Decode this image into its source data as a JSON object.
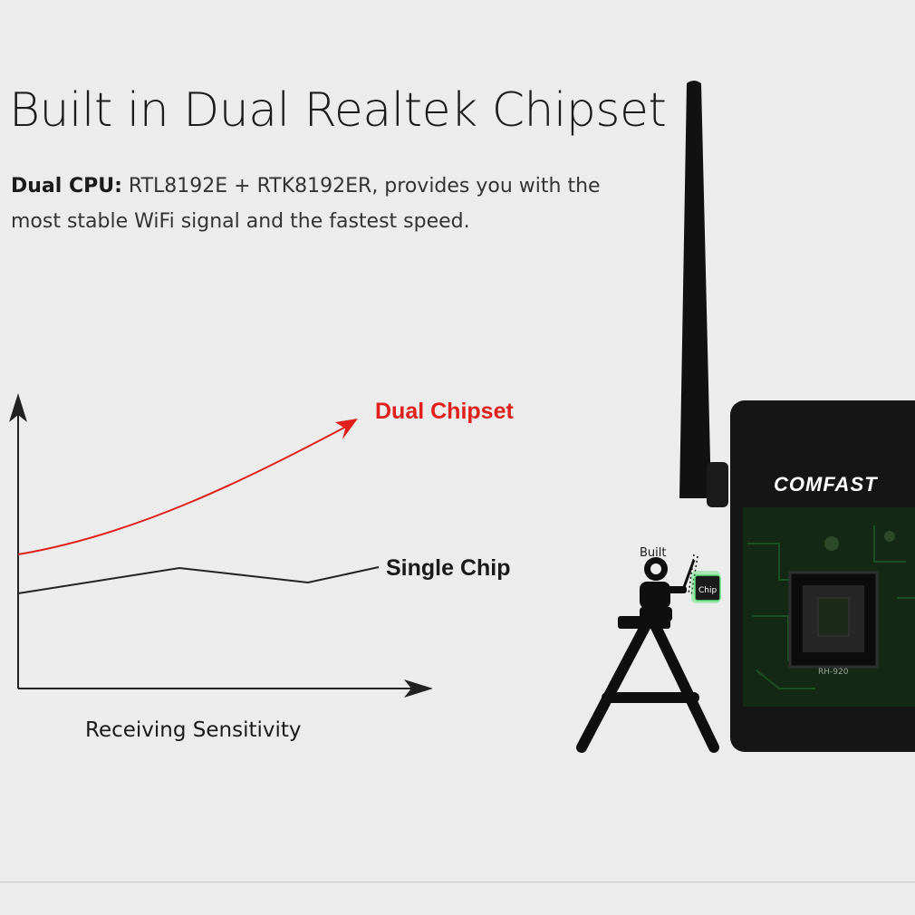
{
  "headline": "Built in Dual Realtek Chipset",
  "description": {
    "label": "Dual CPU:",
    "text": "RTL8192E + RTK8192ER, provides you with the",
    "line2": "most stable WiFi signal and the fastest speed."
  },
  "chart_data": {
    "type": "line",
    "xlabel": "Receiving Sensitivity",
    "ylabel": "",
    "series": [
      {
        "name": "Dual Chipset",
        "color": "#e0201c"
      },
      {
        "name": "Single Chip",
        "color": "#222222"
      }
    ]
  },
  "device": {
    "brand": "COMFAST",
    "board_marking": "RH-920",
    "callout_built": "Built",
    "callout_chip": "Chip"
  },
  "colors": {
    "background": "#ececec",
    "accent": "#e0201c",
    "device_body": "#151515"
  }
}
